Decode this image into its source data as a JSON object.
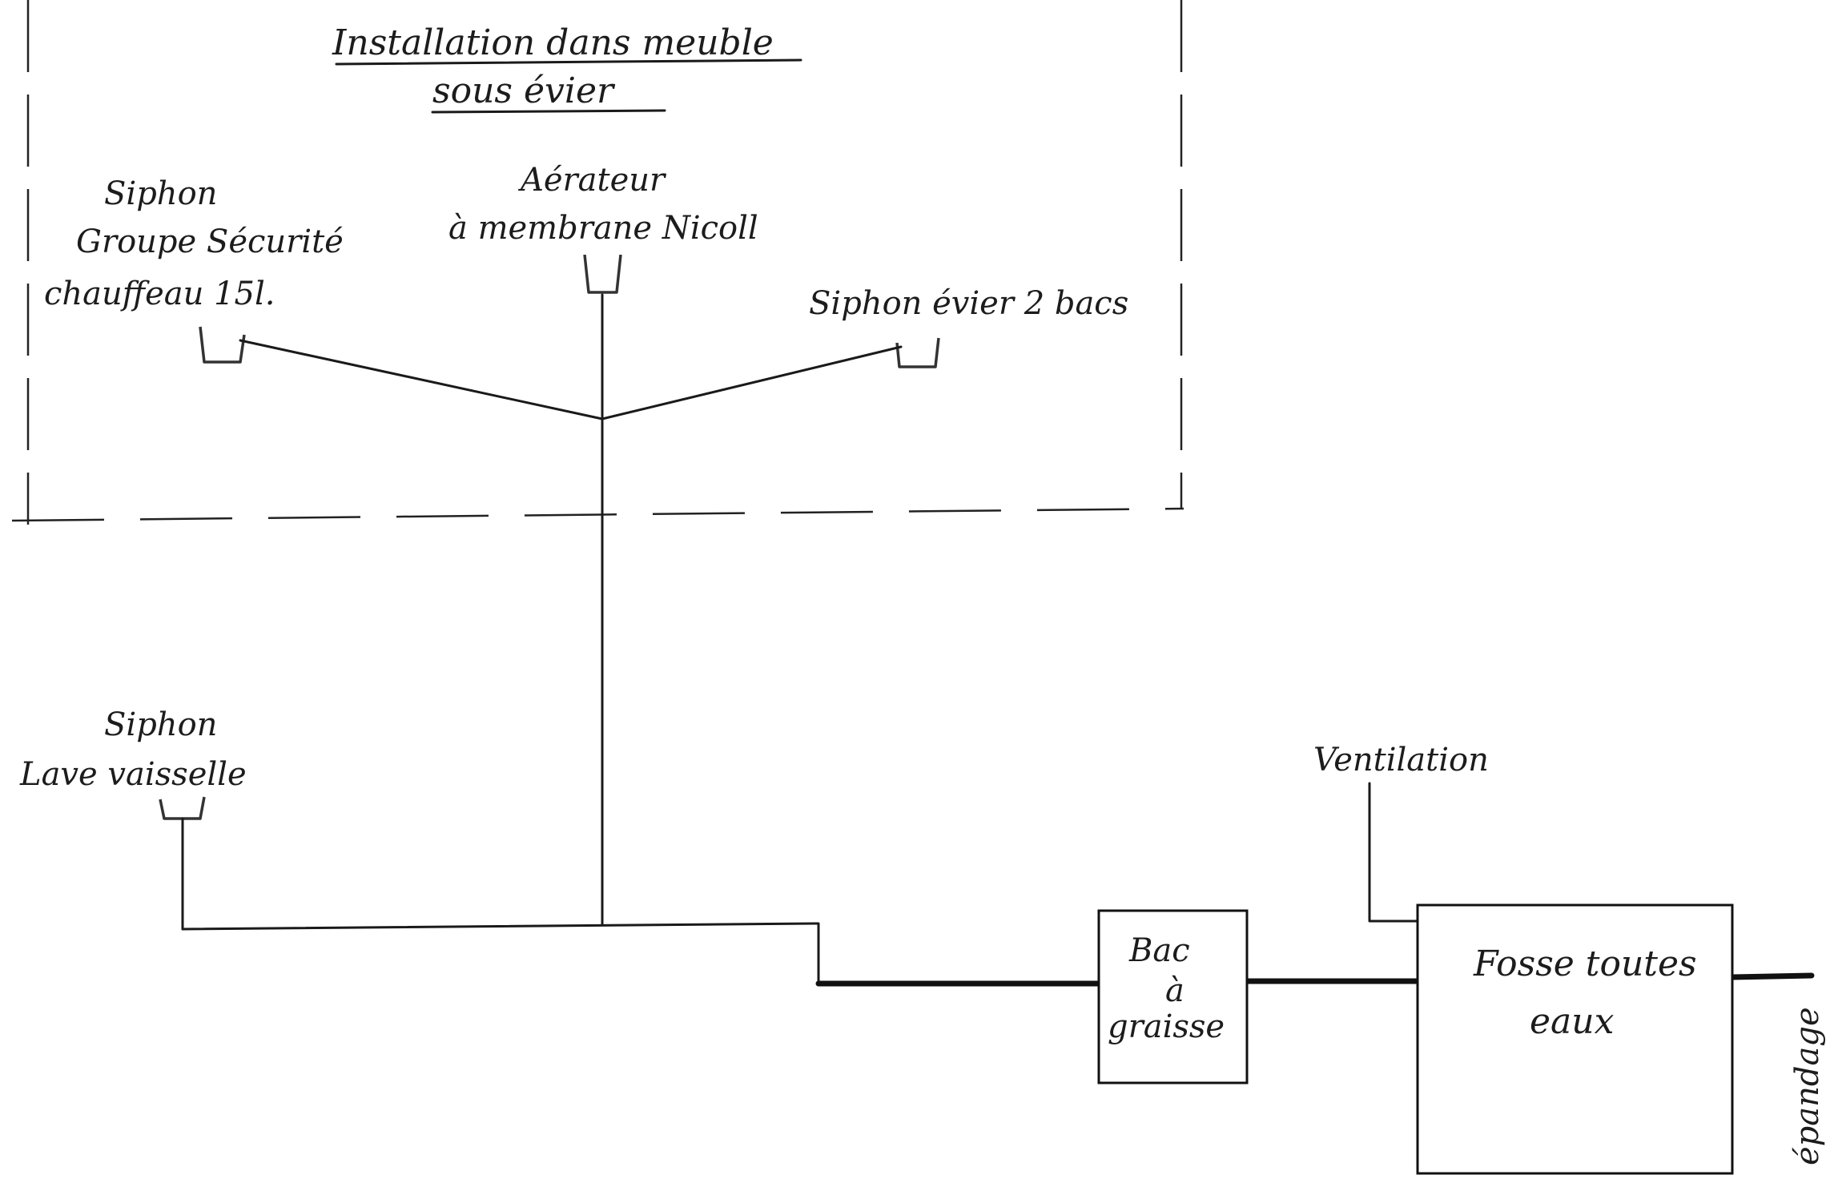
{
  "title_line1": "Installation dans meuble",
  "title_line2": "sous évier",
  "nodes": {
    "siphon_chauffeau": {
      "line1": "Siphon",
      "line2": "Groupe Sécurité",
      "line3": "chauffeau 15l."
    },
    "aerateur": {
      "line1": "Aérateur",
      "line2": "à membrane Nicoll"
    },
    "siphon_evier": {
      "label": "Siphon évier 2 bacs"
    },
    "siphon_lave_vaisselle": {
      "line1": "Siphon",
      "line2": "Lave vaisselle"
    },
    "ventilation": {
      "label": "Ventilation"
    },
    "bac_graisse": {
      "line1": "Bac",
      "line2": "à",
      "line3": "graisse"
    },
    "fosse": {
      "line1": "Fosse toutes",
      "line2": "eaux"
    },
    "epandage": {
      "label": "épandage"
    }
  },
  "edges": [
    {
      "from": "siphon_chauffeau",
      "to": "aerateur"
    },
    {
      "from": "siphon_evier",
      "to": "aerateur"
    },
    {
      "from": "siphon_lave_vaisselle",
      "to": "bac_graisse"
    },
    {
      "from": "aerateur",
      "to": "bac_graisse"
    },
    {
      "from": "bac_graisse",
      "to": "fosse"
    },
    {
      "from": "ventilation",
      "to": "fosse"
    },
    {
      "from": "fosse",
      "to": "epandage"
    }
  ],
  "colors": {
    "ink": "#1a1a1a",
    "paper": "#ffffff"
  }
}
